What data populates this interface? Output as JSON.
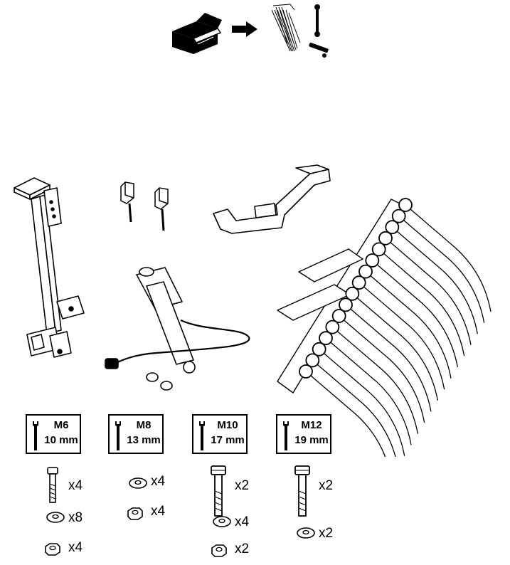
{
  "hardware": [
    {
      "size": "M6",
      "wrench": "10 mm",
      "items": [
        {
          "icon": "bolt-icon",
          "qty": "x4"
        },
        {
          "icon": "washer-icon",
          "qty": "x8"
        },
        {
          "icon": "nut-icon",
          "qty": "x4"
        }
      ]
    },
    {
      "size": "M8",
      "wrench": "13 mm",
      "items": [
        {
          "icon": "washer-icon",
          "qty": "x4"
        },
        {
          "icon": "nut-icon",
          "qty": "x4"
        }
      ]
    },
    {
      "size": "M10",
      "wrench": "17 mm",
      "items": [
        {
          "icon": "bolt-icon",
          "qty": "x2"
        },
        {
          "icon": "washer-icon",
          "qty": "x4"
        },
        {
          "icon": "nut-icon",
          "qty": "x2"
        }
      ]
    },
    {
      "size": "M12",
      "wrench": "19 mm",
      "items": [
        {
          "icon": "bolt-icon",
          "qty": "x2"
        },
        {
          "icon": "washer-icon",
          "qty": "x2"
        }
      ]
    }
  ],
  "colors": {
    "line": "#000000",
    "background": "#ffffff"
  }
}
